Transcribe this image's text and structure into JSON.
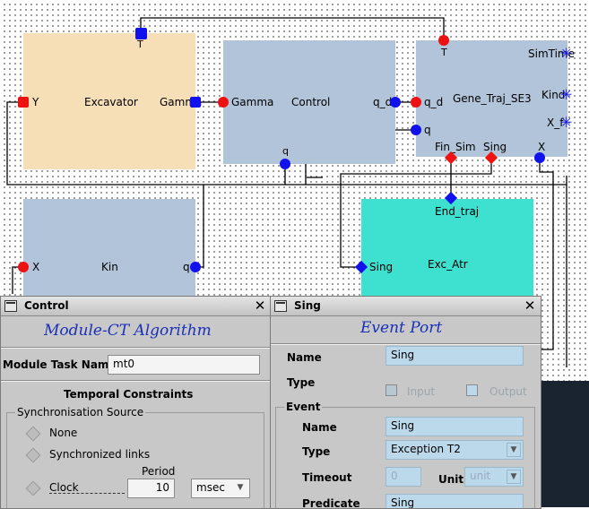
{
  "colors": {
    "block_beige": "#f6dfb6",
    "block_blue": "#b1c4d9",
    "block_cyan": "#3ee0d0",
    "port_red": "#ee1111",
    "port_blue": "#1111ee",
    "dialog_heading": "#1a2fb8",
    "field_blue": "#bcd9ec"
  },
  "diagram": {
    "blocks": {
      "excavator": "Excavator",
      "control": "Control",
      "gene_traj": "Gene_Traj_SE3",
      "kin": "Kin",
      "exc_atr": "Exc_Atr"
    },
    "ports": {
      "excavator_y": "Y",
      "excavator_gamma": "Gamma",
      "excavator_t": "T",
      "control_gamma": "Gamma",
      "control_qd": "q_d",
      "control_q": "q",
      "gene_t": "T",
      "gene_qd": "q_d",
      "gene_q": "q",
      "gene_simtime": "SimTime",
      "gene_kind": "Kind",
      "gene_xf": "X_f",
      "gene_finsim": "Fin_Sim",
      "gene_sing": "Sing",
      "gene_x": "X",
      "kin_x": "X",
      "kin_q": "q",
      "exc_endtraj": "End_traj",
      "exc_sing": "Sing"
    }
  },
  "control_dialog": {
    "title": "Control",
    "close_icon": "close-icon",
    "heading": "Module-CT Algorithm",
    "module_task_name_label": "Module Task Name",
    "module_task_name_value": "mt0",
    "temporal_constraints": "Temporal Constraints",
    "sync_source_title": "Synchronisation Source",
    "options": [
      "None",
      "Synchronized links",
      "Clock"
    ],
    "period_label": "Period",
    "period_value": "10",
    "unit_value": "msec"
  },
  "sing_dialog": {
    "title": "Sing",
    "heading": "Event Port",
    "name_label": "Name",
    "name_value": "Sing",
    "type_label": "Type",
    "input_label": "Input",
    "output_label": "Output",
    "event_group": "Event",
    "event_name_label": "Name",
    "event_name_value": "Sing",
    "event_type_label": "Type",
    "event_type_value": "Exception T2",
    "timeout_label": "Timeout",
    "timeout_value": "0",
    "unit_label": "Unit",
    "unit_value": "unit",
    "predicate_label": "Predicate",
    "predicate_value": "Sing"
  }
}
